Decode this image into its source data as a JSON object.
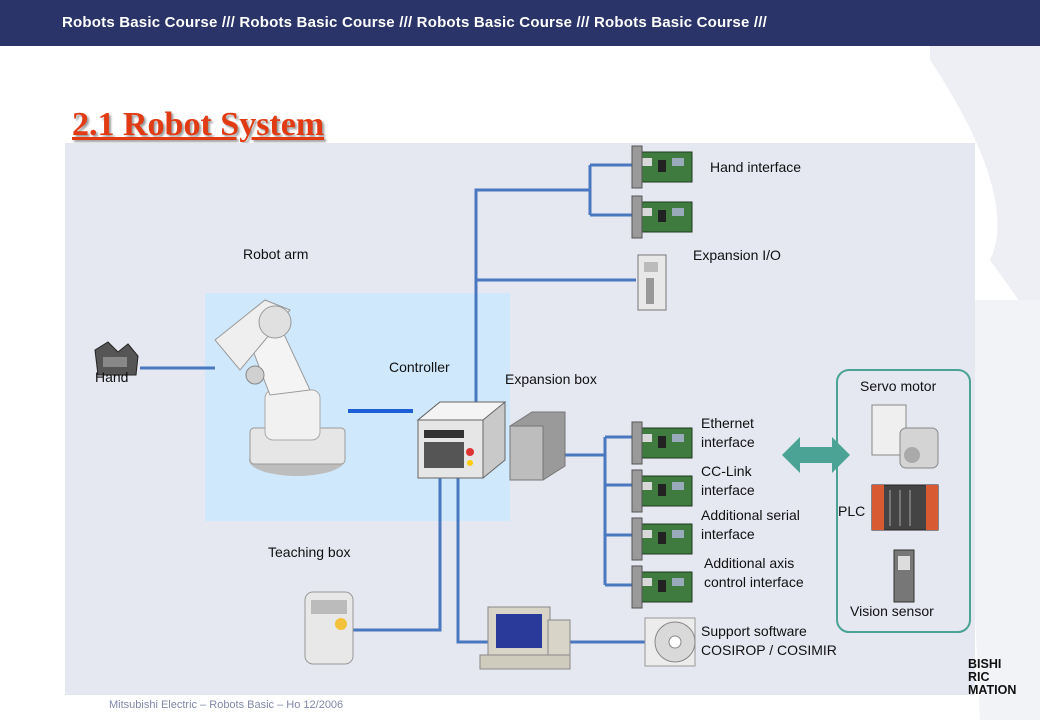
{
  "header": {
    "banner": "Robots Basic Course /// Robots Basic Course /// Robots Basic Course /// Robots Basic Course ///"
  },
  "title": "2.1 Robot System",
  "labels": {
    "hand_interface": "Hand interface",
    "expansion_io": "Expansion I/O",
    "robot_arm": "Robot arm",
    "hand": "Hand",
    "controller": "Controller",
    "expansion_box": "Expansion box",
    "servo_motor": "Servo motor",
    "ethernet_1": "Ethernet",
    "ethernet_2": "interface",
    "cclink_1": "CC-Link",
    "cclink_2": "interface",
    "serial_1": "Additional serial",
    "serial_2": "interface",
    "axis_1": "Additional axis",
    "axis_2": "control interface",
    "plc": "PLC",
    "teaching_box": "Teaching box",
    "vision_sensor": "Vision sensor",
    "support_1": "Support software",
    "support_2": "COSIROP / COSIMIR"
  },
  "footer": "Mitsubishi Electric – Robots Basic – Ho 12/2006",
  "logo": {
    "line1": "BISHI",
    "line2": "RIC",
    "line3": "MATION"
  },
  "colors": {
    "banner": "#2a3468",
    "title": "#e23a12",
    "connector": "#4a78c0",
    "panel": "#e5e7f1",
    "controller_area": "#cfe8fb",
    "arrow": "#4aa394"
  }
}
